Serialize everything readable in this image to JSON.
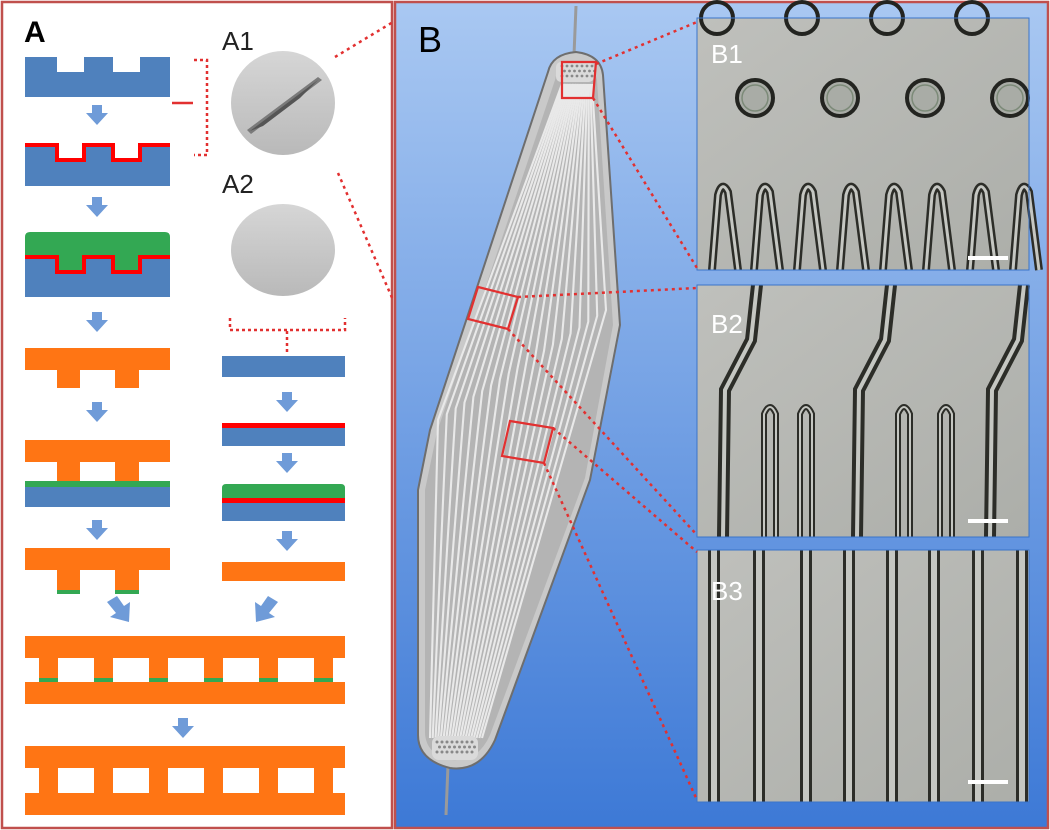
{
  "panel_a": {
    "label": "A",
    "inset_labels": [
      "A1",
      "A2"
    ]
  },
  "panel_b": {
    "label": "B",
    "micrograph_labels": [
      "B1",
      "B2",
      "B3"
    ]
  },
  "colors": {
    "frame_border": "#c0504d",
    "silicon_blue": "#4f81bd",
    "red_layer": "#ff0000",
    "green_layer": "#33a853",
    "orange_pdms": "#ff7514",
    "arrow_blue": "#6f9bd8",
    "panel_b_bg_top": "#a9c8f2",
    "panel_b_bg_bottom": "#3d79d6",
    "micrograph_bg": "#b4b6b2",
    "dotted_red": "#e23030"
  },
  "icons": [
    "down-arrow-icon",
    "diagonal-arrow-icon",
    "scale-bar-icon"
  ]
}
